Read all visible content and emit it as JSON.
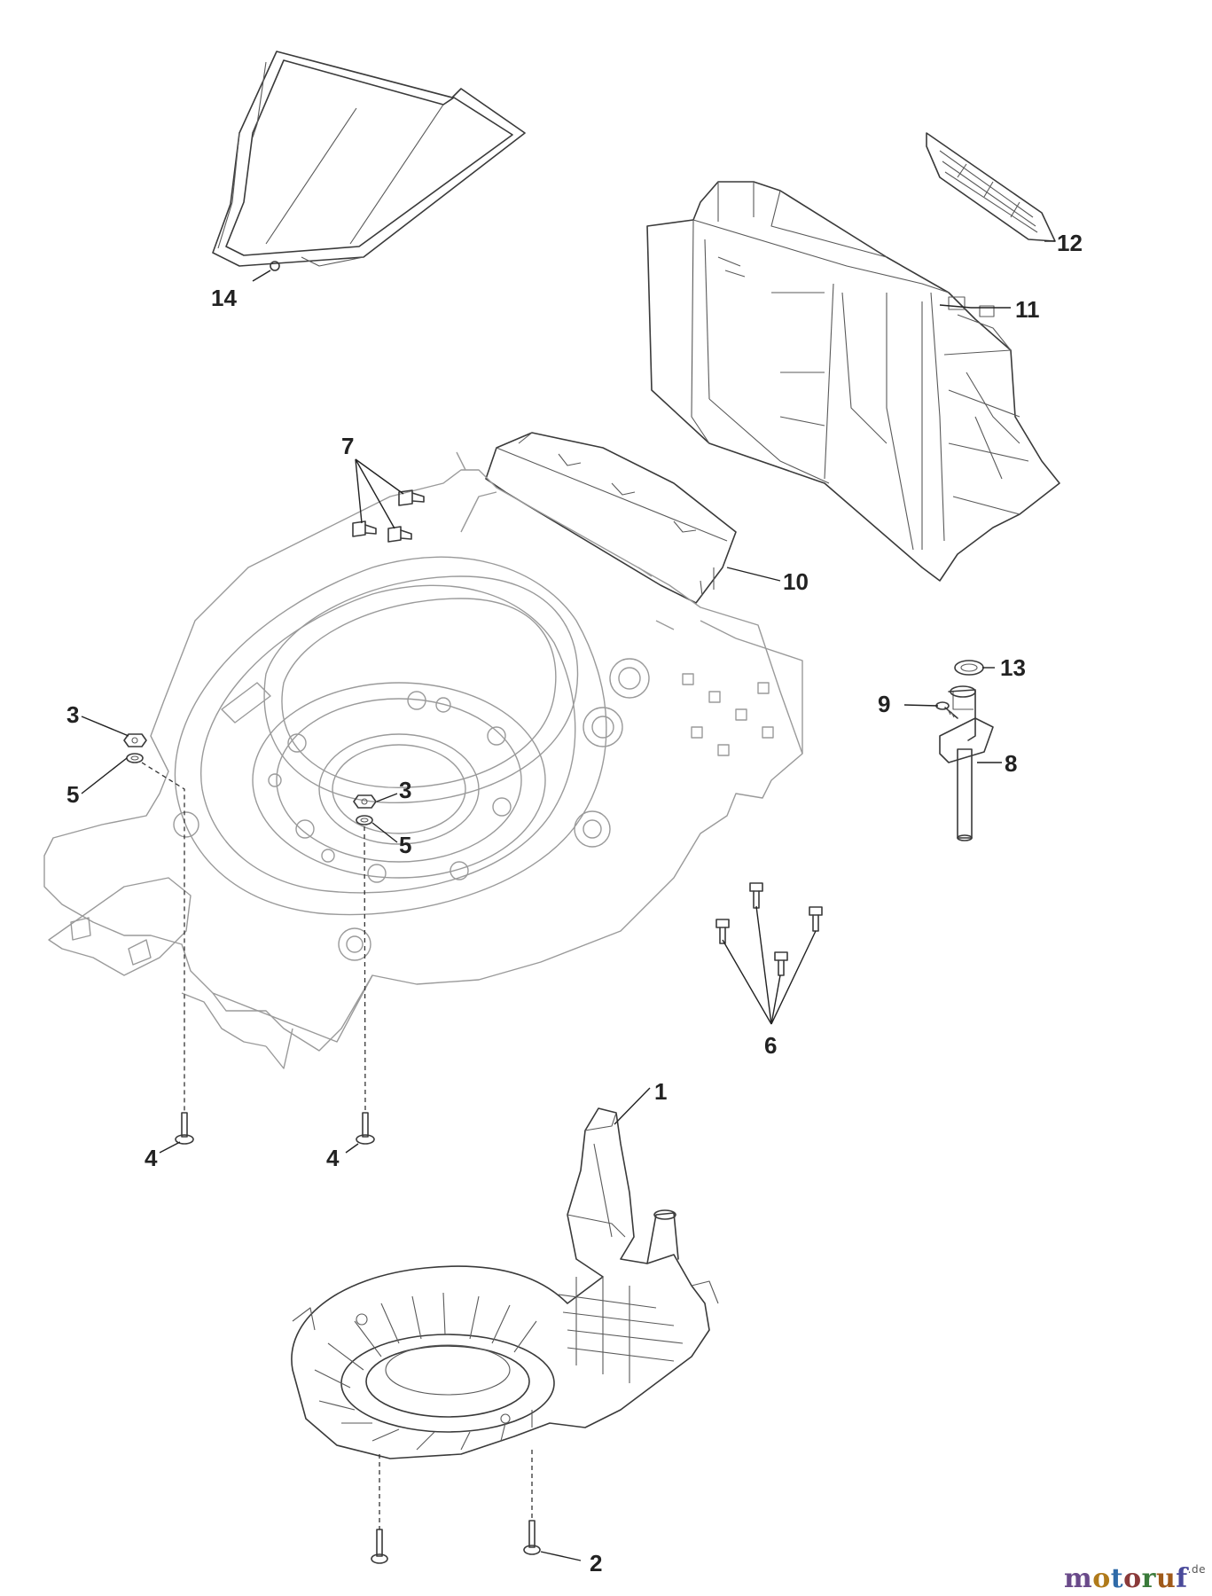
{
  "callouts": {
    "c1": "1",
    "c2": "2",
    "c3a": "3",
    "c3b": "3",
    "c4a": "4",
    "c4b": "4",
    "c5a": "5",
    "c5b": "5",
    "c6": "6",
    "c7": "7",
    "c8": "8",
    "c9": "9",
    "c10": "10",
    "c11": "11",
    "c12": "12",
    "c13": "13",
    "c14": "14"
  },
  "watermark": {
    "text": "motoruf",
    "suffix": ".de"
  },
  "colors": {
    "callout_text": "#222222",
    "deck_outline": "#9a9a9a",
    "part_outline": "#3a3a3a"
  }
}
